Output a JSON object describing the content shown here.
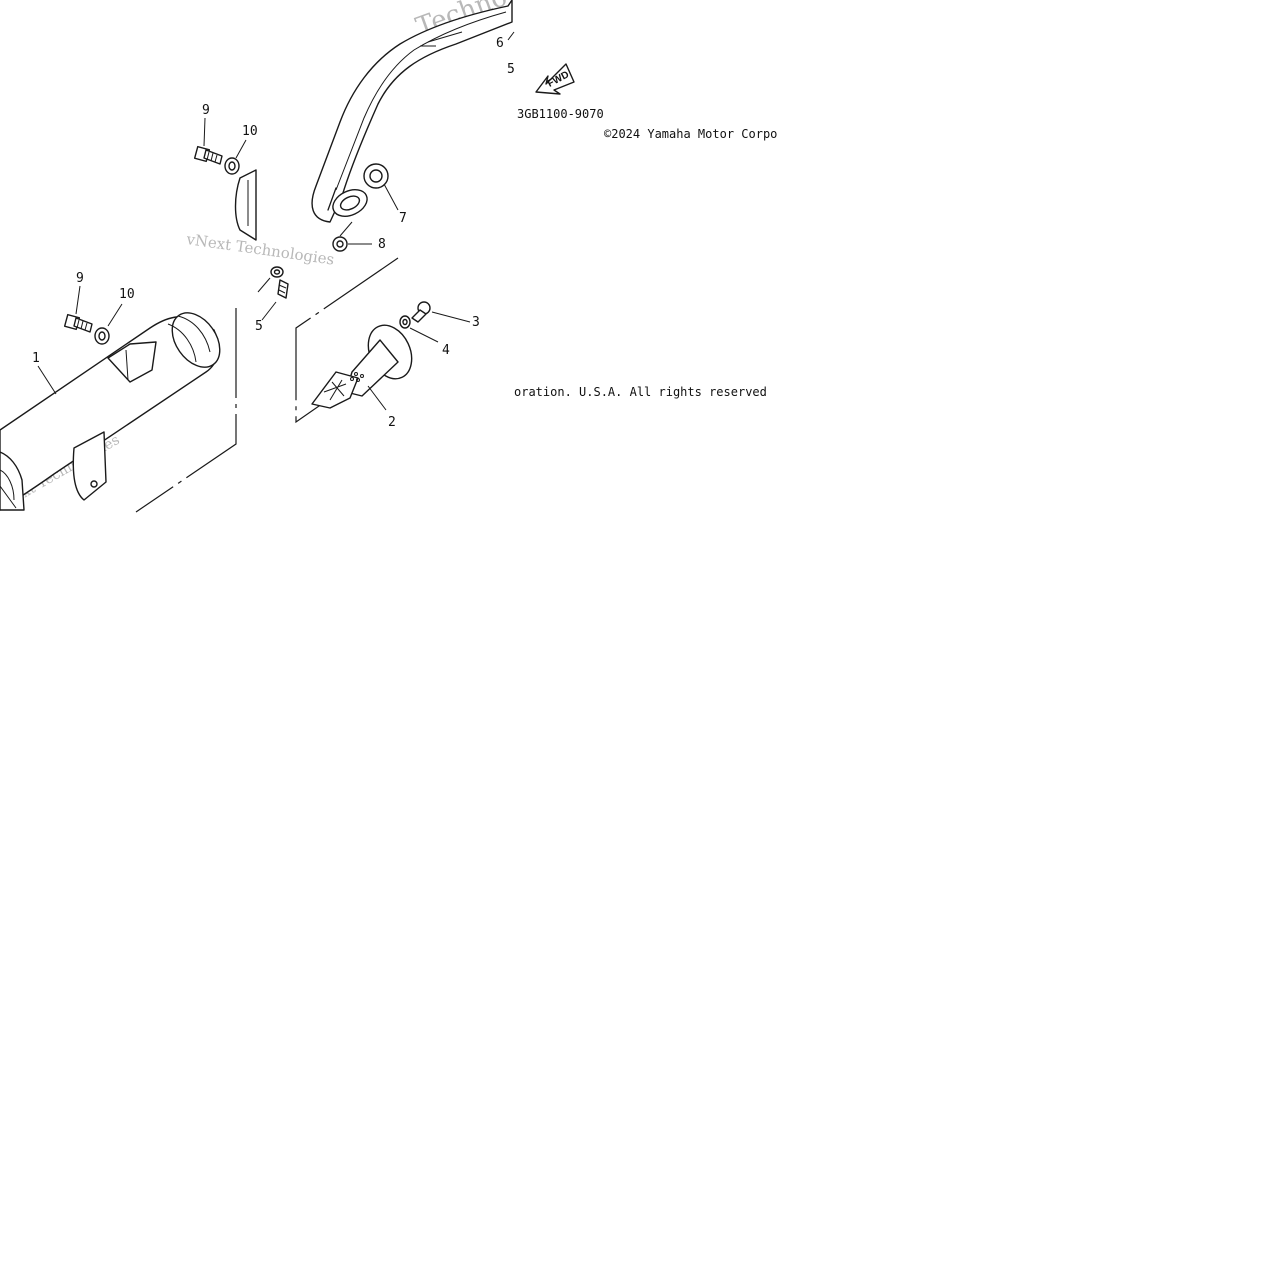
{
  "diagram": {
    "part_number_code": "3GB1100-9070",
    "copyright_top": "©2024 Yamaha Motor Corpo",
    "copyright_bottom": "oration. U.S.A. All rights reserved",
    "direction_marker": "FWD",
    "callouts": [
      "1",
      "2",
      "3",
      "4",
      "5",
      "5",
      "6",
      "7",
      "8",
      "9",
      "9",
      "10",
      "10"
    ],
    "watermarks": [
      "Techno",
      "vNext Technologies",
      "vNext Technologies"
    ]
  },
  "colors": {
    "line": "#1a1a1a",
    "watermark": "#b8b8b8",
    "background": "#ffffff"
  }
}
